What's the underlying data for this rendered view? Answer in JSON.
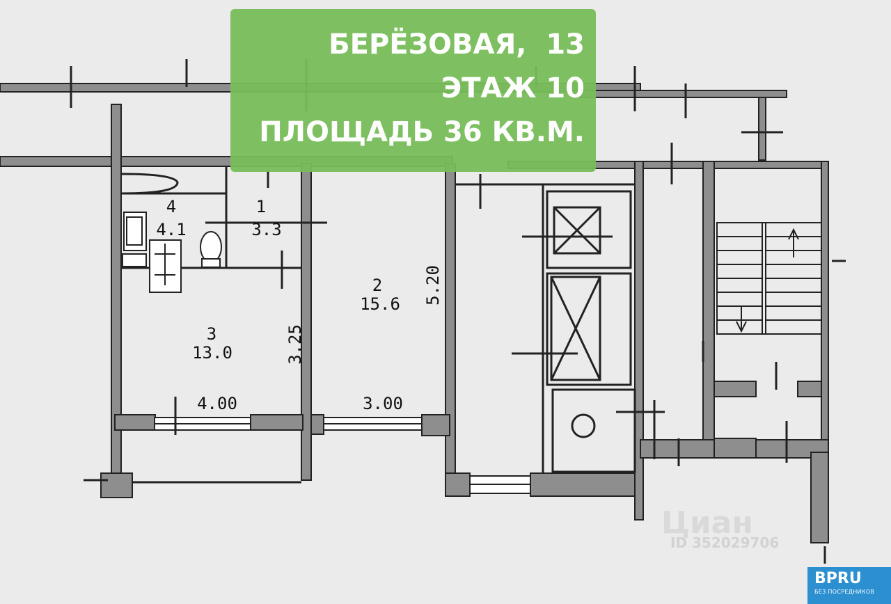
{
  "banner": {
    "line1": "БЕРЁЗОВАЯ,  13",
    "line2": "ЭТАЖ 10",
    "line3": "ПЛОЩАДЬ 36 КВ.М."
  },
  "rooms": [
    {
      "number": "1",
      "area": "3.3"
    },
    {
      "number": "2",
      "area": "15.6"
    },
    {
      "number": "3",
      "area": "13.0"
    },
    {
      "number": "4",
      "area": "4.1"
    }
  ],
  "dimensions": {
    "room3_width": "4.00",
    "room3_depth": "3.25",
    "room2_width": "3.00",
    "room2_depth": "5.20"
  },
  "watermark": {
    "logo": "Циан",
    "id": "ID 352029706"
  },
  "badge": {
    "logo": "BPRU",
    "subtitle": "БЕЗ ПОСРЕДНИКОВ"
  },
  "colors": {
    "banner": "#7cbc5a",
    "badge": "#2b8fd0",
    "wall": "#8a8a8a"
  }
}
